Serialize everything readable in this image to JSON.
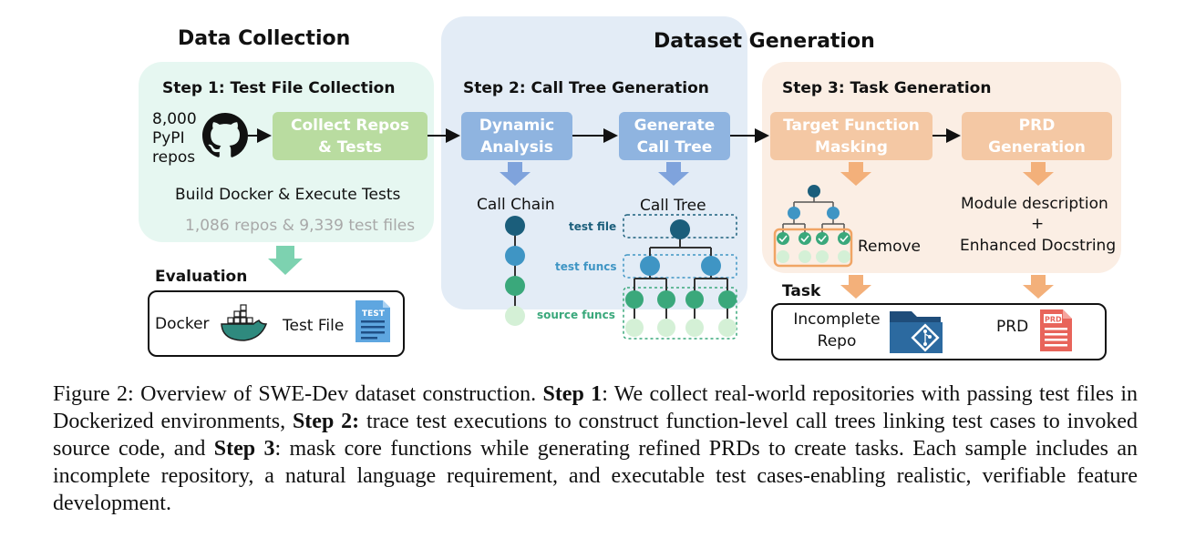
{
  "sections": {
    "data_collection": "Data Collection",
    "dataset_generation": "Dataset Generation"
  },
  "step1": {
    "title": "Step 1: Test File Collection",
    "repo_count_lines": [
      "8,000",
      "PyPI",
      "repos"
    ],
    "collect_box": "Collect Repos\n& Tests",
    "build_text": "Build Docker & Execute Tests",
    "stats_text": "1,086 repos & 9,339 test files"
  },
  "step2": {
    "title": "Step 2:  Call Tree Generation",
    "dynamic_box": "Dynamic\nAnalysis",
    "generate_box": "Generate\nCall Tree",
    "call_chain": "Call Chain",
    "call_tree": "Call Tree",
    "test_file": "test file",
    "test_funcs": "test funcs",
    "source_funcs": "source funcs"
  },
  "step3": {
    "title": "Step 3: Task Generation",
    "masking_box": "Target Function\nMasking",
    "prd_box": "PRD\nGeneration",
    "remove": "Remove",
    "module_desc": "Module description",
    "plus": "+",
    "enhanced": "Enhanced Docstring"
  },
  "evaluation": {
    "title": "Evaluation",
    "docker": "Docker",
    "test_file": "Test File",
    "test_icon_text": "TEST"
  },
  "task": {
    "title": "Task",
    "incomplete_lines": [
      "Incomplete",
      "Repo"
    ],
    "prd": "PRD",
    "prd_icon_text": "PRD"
  },
  "icons": [
    "github-icon",
    "docker-icon",
    "test-file-icon",
    "folder-git-icon",
    "prd-doc-icon"
  ],
  "colors": {
    "green_box": "#b9dca0",
    "blue_box": "#8fb4e0",
    "orange_box": "#f4c8a4",
    "dark_teal_node": "#1b5e7b",
    "mid_blue_node": "#3f95c4",
    "green_node": "#3aa87b",
    "light_green_node": "#d4f0d6"
  },
  "caption": {
    "fig": "Figure 2: Overview of SWE-Dev dataset construction. ",
    "s1": "Step 1",
    "t1": ": We collect real-world repositories with passing test files in Dockerized environments, ",
    "s2": "Step 2:",
    "t2": " trace test executions to construct function-level call trees linking test cases to invoked source code, and ",
    "s3": "Step 3",
    "t3": ": mask core functions while generating refined PRDs to create tasks. Each sample includes an incomplete repository, a natural language requirement, and executable test cases-enabling realistic, verifiable feature development."
  }
}
